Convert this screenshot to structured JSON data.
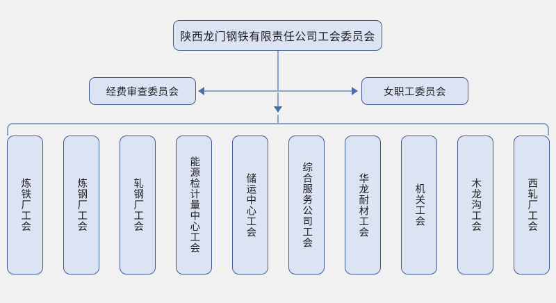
{
  "chart_data": {
    "type": "diagram",
    "diagram_type": "organizational-chart",
    "title": "陕西龙门钢铁有限责任公司工会委员会",
    "levels": 3,
    "orientation": "top-down",
    "nodes": 13
  },
  "root": {
    "label": "陕西龙门钢铁有限责任公司工会委员会"
  },
  "committees": {
    "left": {
      "label": "经费审查委员会"
    },
    "right": {
      "label": "女职工委员会"
    }
  },
  "units": [
    {
      "label": "炼铁厂工会"
    },
    {
      "label": "炼钢厂工会"
    },
    {
      "label": "轧钢厂工会"
    },
    {
      "label": "能源检计量中心工会"
    },
    {
      "label": "储运中心工会"
    },
    {
      "label": "综合服务公司工会"
    },
    {
      "label": "华龙耐材工会"
    },
    {
      "label": "机关工会"
    },
    {
      "label": "木龙沟工会"
    },
    {
      "label": "西轧厂工会"
    }
  ],
  "colors": {
    "background": "#f1f1f1",
    "node_fill": "#dce3f3",
    "node_border": "#40598c",
    "connector": "#8aa4cf",
    "arrow": "#4a6fad",
    "text": "#1d1d1d"
  }
}
